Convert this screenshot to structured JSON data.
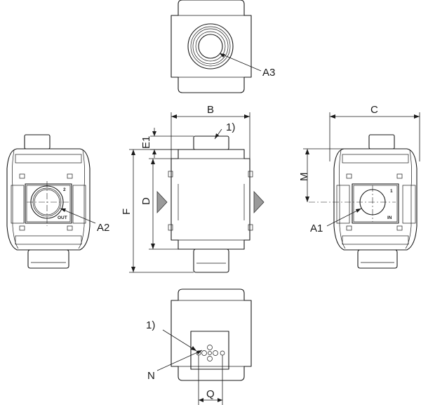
{
  "labels": {
    "a3": "A3",
    "a2": "A2",
    "a1": "A1",
    "b": "B",
    "c": "C",
    "d": "D",
    "e1": "E1",
    "f": "F",
    "m": "M",
    "n": "N",
    "q": "Q",
    "note_top": "1)",
    "note_bottom": "1)"
  },
  "port_marks": {
    "out": "OUT",
    "out_number": "2",
    "in": "IN",
    "in_number": "1"
  }
}
